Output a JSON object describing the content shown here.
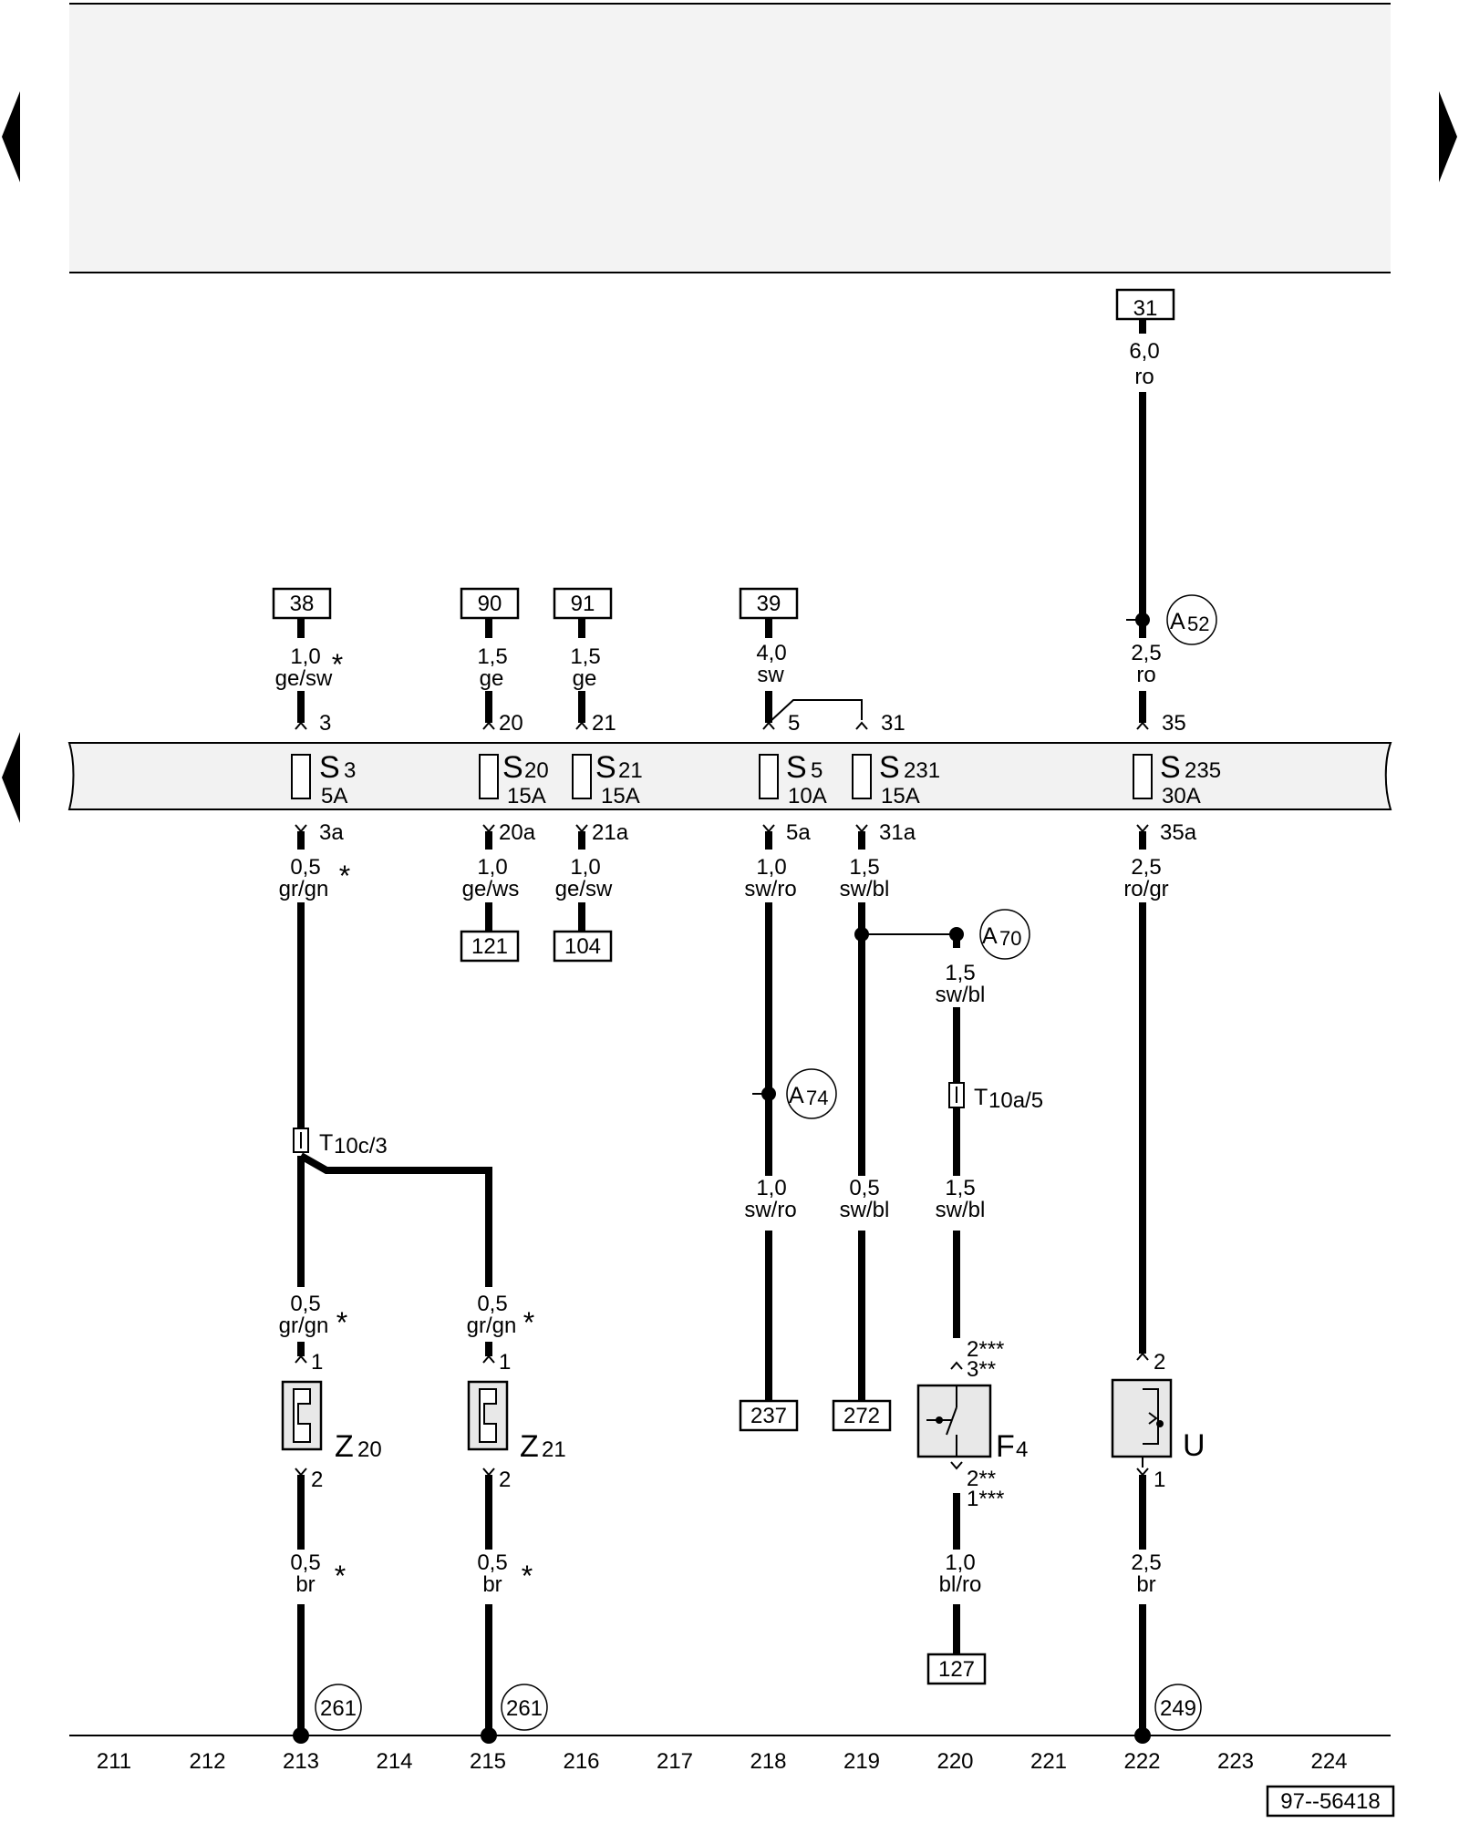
{
  "nav": {
    "prev_top": "previous-page",
    "next_top": "next-page",
    "prev_mid": "previous-section"
  },
  "diagram_id": "97--56418",
  "refs": {
    "r31": "31",
    "r38": "38",
    "r90": "90",
    "r91": "91",
    "r39": "39",
    "r121": "121",
    "r104": "104",
    "r237": "237",
    "r272": "272",
    "r127": "127"
  },
  "wires": {
    "w1": {
      "size": "6,0",
      "color": "ro"
    },
    "w2": {
      "size": "1,0",
      "color": "ge/sw",
      "star": "*"
    },
    "w3": {
      "size": "1,5",
      "color": "ge"
    },
    "w4": {
      "size": "1,5",
      "color": "ge"
    },
    "w5": {
      "size": "4,0",
      "color": "sw"
    },
    "w6": {
      "size": "2,5",
      "color": "ro"
    },
    "w7": {
      "size": "0,5",
      "color": "gr/gn",
      "star": "*"
    },
    "w8": {
      "size": "1,0",
      "color": "ge/ws"
    },
    "w9": {
      "size": "1,0",
      "color": "ge/sw"
    },
    "w10": {
      "size": "1,0",
      "color": "sw/ro"
    },
    "w11": {
      "size": "1,5",
      "color": "sw/bl"
    },
    "w12": {
      "size": "2,5",
      "color": "ro/gr"
    },
    "w13": {
      "size": "1,5",
      "color": "sw/bl"
    },
    "w14": {
      "size": "1,0",
      "color": "sw/ro"
    },
    "w15": {
      "size": "0,5",
      "color": "sw/bl"
    },
    "w16": {
      "size": "1,5",
      "color": "sw/bl"
    },
    "w17": {
      "size": "0,5",
      "color": "gr/gn",
      "star": "*"
    },
    "w18": {
      "size": "0,5",
      "color": "gr/gn",
      "star": "*"
    },
    "w19": {
      "size": "0,5",
      "color": "br",
      "star": "*"
    },
    "w20": {
      "size": "0,5",
      "color": "br",
      "star": "*"
    },
    "w21": {
      "size": "1,0",
      "color": "bl/ro"
    },
    "w22": {
      "size": "2,5",
      "color": "br"
    }
  },
  "fuses": {
    "s3": {
      "letter": "S",
      "num": "3",
      "amp": "5A",
      "pin_in": "3",
      "pin_out": "3a"
    },
    "s20": {
      "letter": "S",
      "num": "20",
      "amp": "15A",
      "pin_in": "20",
      "pin_out": "20a"
    },
    "s21": {
      "letter": "S",
      "num": "21",
      "amp": "15A",
      "pin_in": "21",
      "pin_out": "21a"
    },
    "s5": {
      "letter": "S",
      "num": "5",
      "amp": "10A",
      "pin_in": "5",
      "pin_out": "5a"
    },
    "s231": {
      "letter": "S",
      "num": "231",
      "amp": "15A",
      "pin_in": "31",
      "pin_out": "31a"
    },
    "s235": {
      "letter": "S",
      "num": "235",
      "amp": "30A",
      "pin_in": "35",
      "pin_out": "35a"
    }
  },
  "splices": {
    "a52": {
      "letter": "A",
      "num": "52"
    },
    "a70": {
      "letter": "A",
      "num": "70"
    },
    "a74": {
      "letter": "A",
      "num": "74"
    }
  },
  "connectors": {
    "t10c": {
      "letter": "T",
      "rest": "10c/3"
    },
    "t10a": {
      "letter": "T",
      "rest": "10a/5"
    }
  },
  "components": {
    "z20": {
      "letter": "Z",
      "num": "20",
      "pin_top": "1",
      "pin_bot": "2"
    },
    "z21": {
      "letter": "Z",
      "num": "21",
      "pin_top": "1",
      "pin_bot": "2"
    },
    "f4": {
      "letter": "F",
      "num": "4",
      "pin_top_a": "2***",
      "pin_top_b": "3**",
      "pin_bot_a": "2**",
      "pin_bot_b": "1***"
    },
    "u": {
      "letter": "U",
      "pin_top": "2",
      "pin_bot": "1"
    }
  },
  "grounds": {
    "g213": "261",
    "g215": "261",
    "g222": "249"
  },
  "tracks": [
    "211",
    "212",
    "213",
    "214",
    "215",
    "216",
    "217",
    "218",
    "219",
    "220",
    "221",
    "222",
    "223",
    "224"
  ]
}
